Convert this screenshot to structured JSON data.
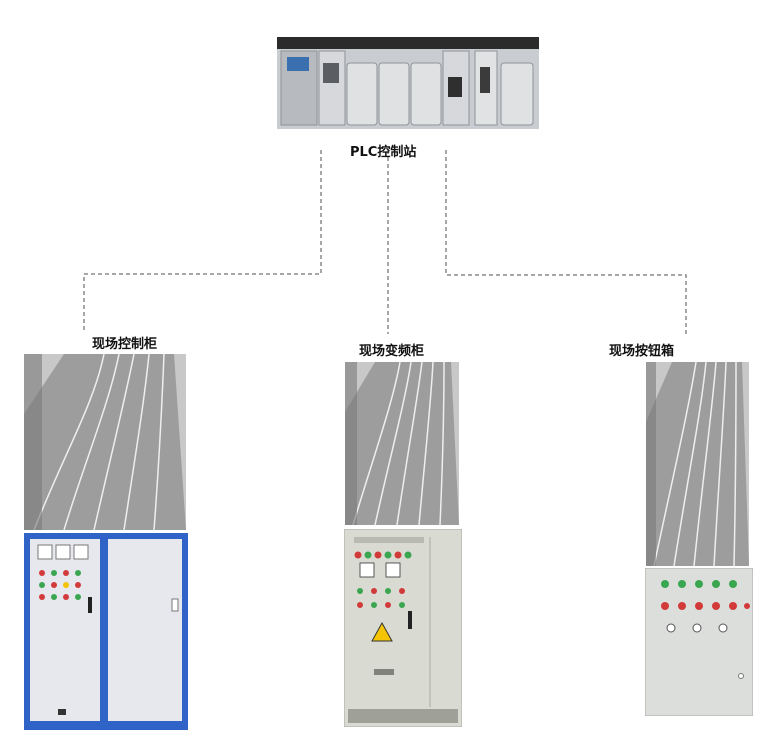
{
  "plc": {
    "label": "PLC控制站"
  },
  "field_devices": [
    {
      "id": "control-cabinet",
      "label": "现场控制柜"
    },
    {
      "id": "vfd-cabinet",
      "label": "现场变频柜"
    },
    {
      "id": "button-box",
      "label": "现场按钮箱"
    }
  ],
  "colors": {
    "connector": "#8a8a8a",
    "plc_body": "#c9ccd0",
    "cabinet_blue": "#2f63c8",
    "cabinet_panel": "#e6e8ee",
    "cabinet_grey": "#d9dbd3",
    "button_red": "#d23a3a",
    "button_green": "#3aa650",
    "warning_yellow": "#f4c400"
  }
}
